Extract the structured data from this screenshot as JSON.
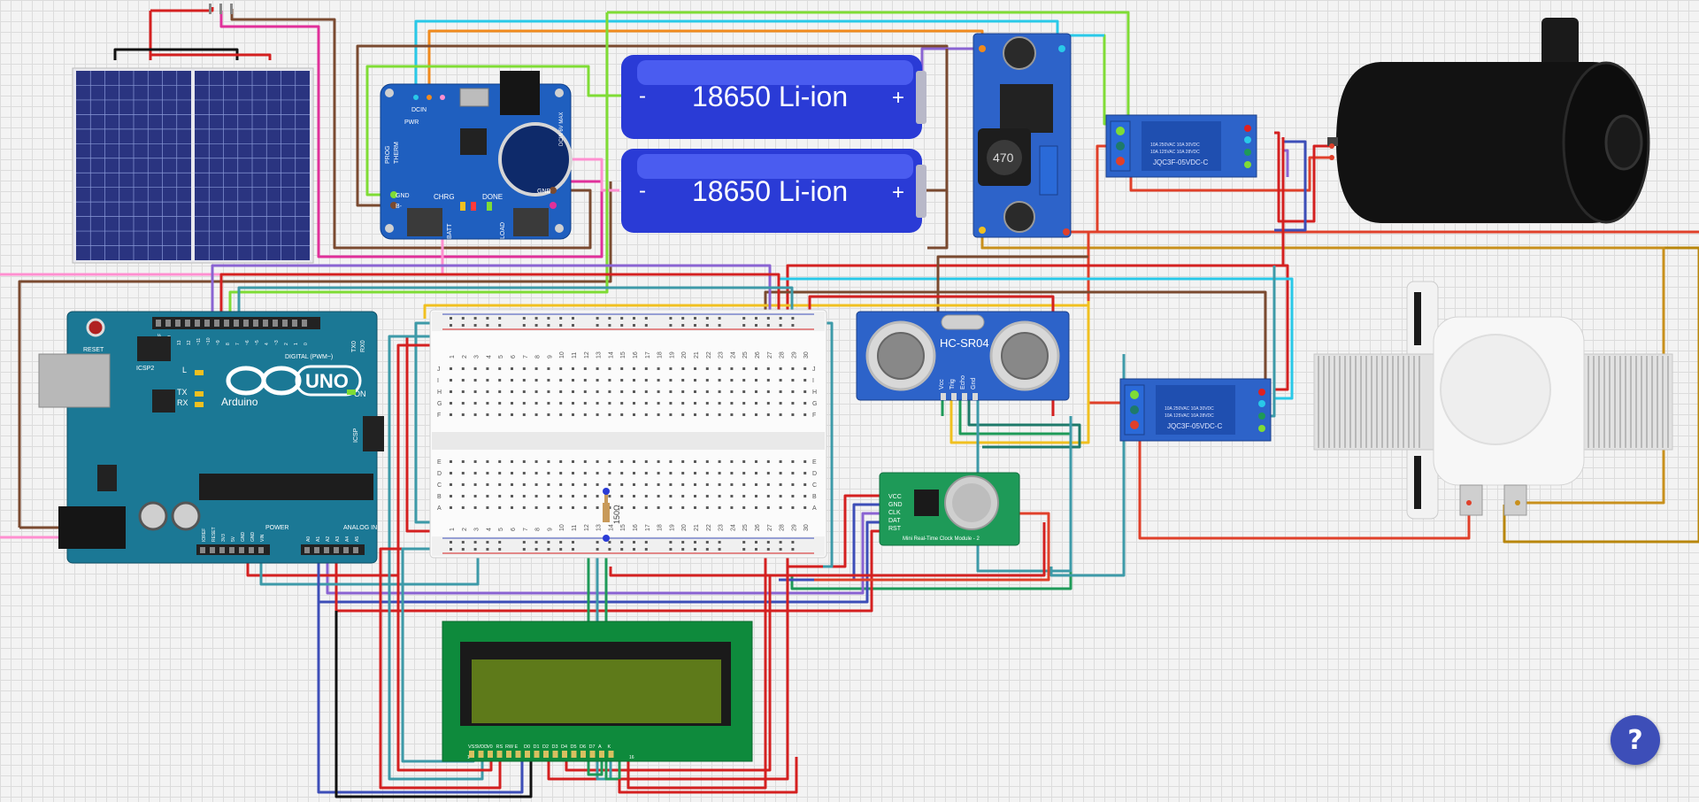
{
  "batteries": [
    {
      "label": "18650 Li-ion",
      "minus": "-",
      "plus": "+"
    },
    {
      "label": "18650 Li-ion",
      "minus": "-",
      "plus": "+"
    }
  ],
  "charger": {
    "pins_left": [
      "GND",
      "B-"
    ],
    "pins_right": [
      "GND"
    ],
    "top_labels": [
      "DCIN",
      "PWR"
    ],
    "side_labels": [
      "PROG",
      "THERM",
      "BATT",
      "LOAD",
      "DCIN 6V MAX"
    ],
    "leds": [
      "CHRG",
      "DONE"
    ]
  },
  "buck": {
    "inductor": "470"
  },
  "relays": [
    {
      "spec": [
        "10A 250VAC 10A 30VDC",
        "10A 125VAC 10A 28VDC"
      ],
      "model": "JQC3F-05VDC-C"
    },
    {
      "spec": [
        "10A 250VAC 10A 30VDC",
        "10A 125VAC 10A 28VDC"
      ],
      "model": "JQC3F-05VDC-C"
    }
  ],
  "sensor": {
    "model": "HC-SR04",
    "pins": [
      "Vcc",
      "Trig",
      "Echo",
      "Gnd"
    ]
  },
  "rtc": {
    "pins": [
      "VCC",
      "GND",
      "CLK",
      "DAT",
      "RST"
    ],
    "title": "Mini Real-Time Clock Module - 2"
  },
  "arduino": {
    "logo": "UNO",
    "brand": "Arduino",
    "reset": "RESET",
    "icsp": "ICSP",
    "icsp2": "ICSP2",
    "digital": "DIGITAL (PWM~)",
    "power": "POWER",
    "analog": "ANALOG IN",
    "on": "ON",
    "leds": [
      "L",
      "TX",
      "RX"
    ],
    "tx": "TX0",
    "rx": "RX0",
    "digital_pins": [
      "AREF",
      "GND",
      "13",
      "12",
      "~11",
      "~10",
      "~9",
      "8",
      "7",
      "~6",
      "~5",
      "4",
      "~3",
      "2",
      "1",
      "0"
    ],
    "power_pins": [
      "IOREF",
      "RESET",
      "3V3",
      "5V",
      "GND",
      "GND",
      "VIN"
    ],
    "analog_pins": [
      "A0",
      "A1",
      "A2",
      "A3",
      "A4",
      "A5"
    ]
  },
  "breadboard": {
    "rows_top": [
      "J",
      "I",
      "H",
      "G",
      "F"
    ],
    "rows_bottom": [
      "E",
      "D",
      "C",
      "B",
      "A"
    ],
    "columns": 30,
    "resistor": "150Ω"
  },
  "lcd": {
    "pins": [
      "VSS",
      "VDD",
      "V0",
      "RS",
      "RW",
      "E",
      "D0",
      "D1",
      "D2",
      "D3",
      "D4",
      "D5",
      "D6",
      "D7",
      "A",
      "K"
    ],
    "pin_first": "1",
    "pin_last": "16"
  },
  "help_label": "?",
  "colors": {
    "accent": "#3d4eb8",
    "arduino": "#1b7895",
    "battery": "#2a3bd6",
    "relay": "#2d63c9",
    "rtc": "#1e9a58",
    "lcd": "#0e8a3c"
  }
}
